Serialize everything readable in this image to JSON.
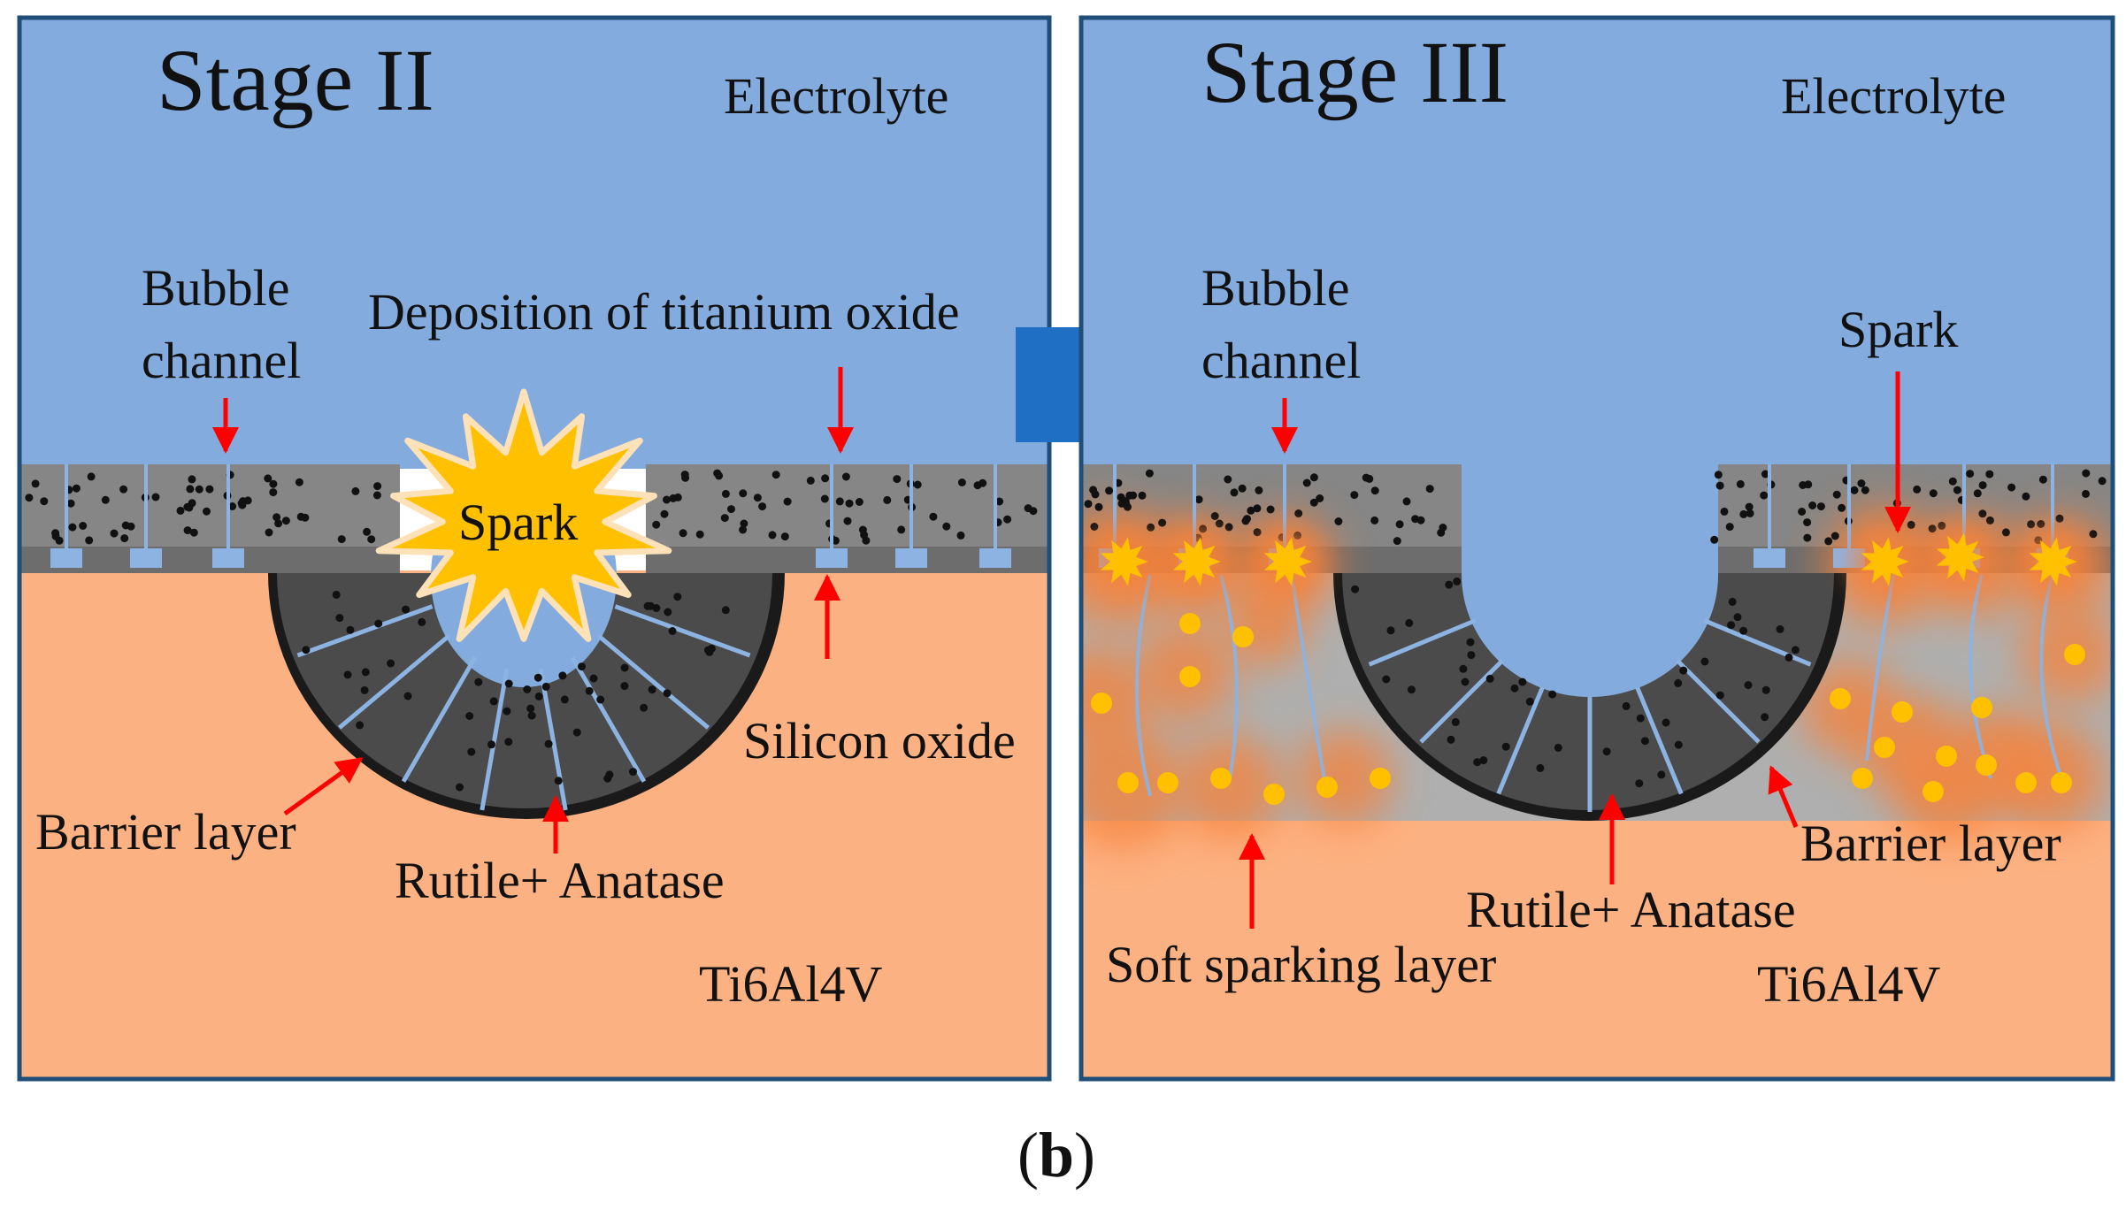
{
  "colors": {
    "electrolyte": "#84ABDE",
    "substrate": "#FCB182",
    "porous_layer": "#868686",
    "dense_layer": "#6D6D6D",
    "bowl": "#4B4B4B",
    "barrier": "#1A1A1A",
    "channel": "#8DB3E2",
    "spark_fill": "#FFC000",
    "spark_glow": "#F6823A",
    "soft_layer": "#AFAFAF",
    "arrow": "#FF0000",
    "transition_arrow": "#1F6FC5",
    "frame": "#1F4E79"
  },
  "panel_left": {
    "title": "Stage II",
    "electrolyte": "Electrolyte",
    "bubble_line1": "Bubble",
    "bubble_line2": "channel",
    "deposition": "Deposition of titanium oxide",
    "spark": "Spark",
    "silicon": "Silicon oxide",
    "barrier": "Barrier layer",
    "rutile": "Rutile+ Anatase",
    "alloy": "Ti6Al4V"
  },
  "panel_right": {
    "title": "Stage III",
    "electrolyte": "Electrolyte",
    "bubble_line1": "Bubble",
    "bubble_line2": "channel",
    "spark": "Spark",
    "barrier": "Barrier layer",
    "rutile": "Rutile+ Anatase",
    "soft": "Soft sparking layer",
    "alloy": "Ti6Al4V"
  },
  "caption": {
    "open": "(",
    "letter": "b",
    "close": ")"
  }
}
